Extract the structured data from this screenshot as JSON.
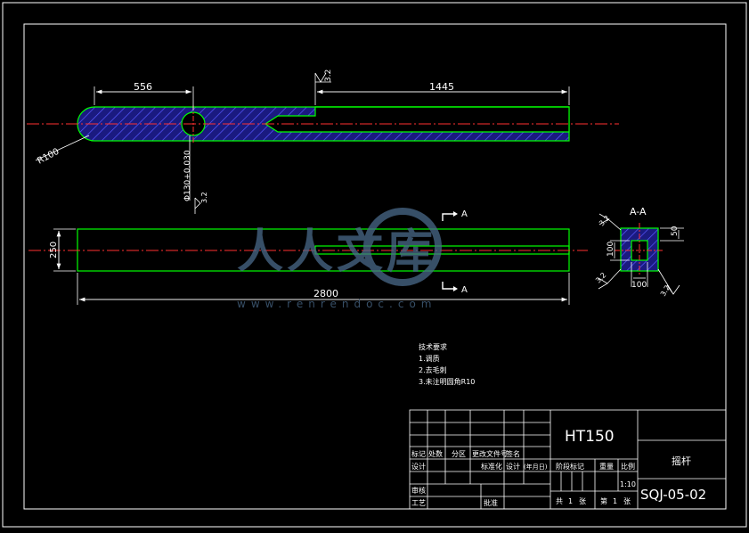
{
  "colors": {
    "background": "#000000",
    "frame": "#ffffff",
    "outline": "#00ff00",
    "centerline": "#ff3030",
    "hatch": "#5858ff",
    "hatch_fill": "#1a1a80",
    "dimension": "#ffffff",
    "watermark": "#4a6a8a"
  },
  "top_view": {
    "dim_left": "556",
    "dim_right": "1445",
    "radius": "R100",
    "hole": "Φ130+0.030",
    "roughness_top": "3.2",
    "roughness_hole": "3.2"
  },
  "front_view": {
    "dim_height": "250",
    "dim_length": "2800",
    "section_mark_top": "A",
    "section_mark_bottom": "A"
  },
  "section_view": {
    "title": "A-A",
    "dim_50": "50",
    "dim_100_left": "100",
    "dim_100_bottom": "100",
    "roughness_1": "3.2",
    "roughness_2": "3.2",
    "roughness_3": "3.2"
  },
  "watermark": {
    "chars": "人人文库",
    "url": "www.renrendoc.com"
  },
  "notes": {
    "heading": "技术要求",
    "line1": "1.调质",
    "line2": "2.去毛刺",
    "line3": "3.未注明圆角R10"
  },
  "title_block": {
    "material": "HT150",
    "part_name": "摇杆",
    "drawing_number": "SQJ-05-02",
    "scale": "1:10",
    "row_labels": [
      "标记",
      "处数",
      "分区",
      "更改文件号",
      "签名"
    ],
    "design": "设计",
    "standardize": "标准化",
    "sign_date": "(年月日)",
    "design2": "设计",
    "stage_mark": "阶段标记",
    "weight": "重量",
    "ratio": "比例",
    "review": "审核",
    "process": "工艺",
    "approve": "批准",
    "total": "共",
    "total_count": "1",
    "sheets": "张",
    "page": "第",
    "page_count": "1",
    "sheets2": "张"
  }
}
